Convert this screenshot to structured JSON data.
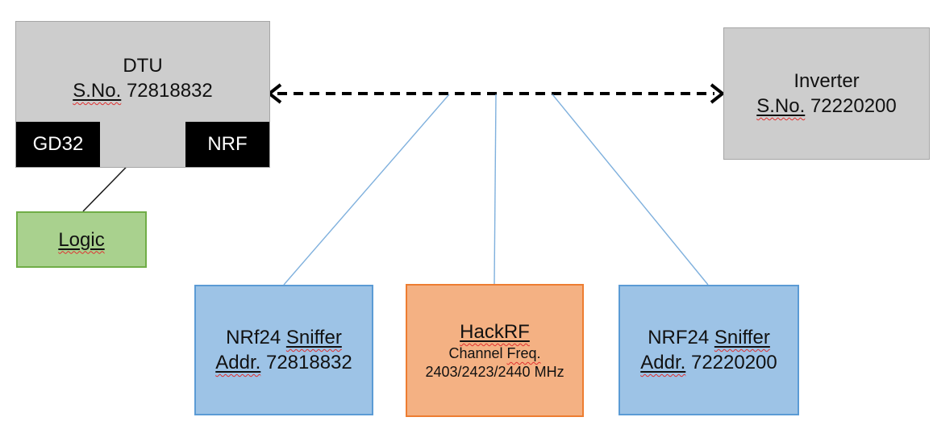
{
  "colors": {
    "background": "#ffffff",
    "gray_fill": "#cdcdcd",
    "gray_border": "#a6a6a6",
    "blue_fill": "#9dc3e6",
    "blue_border": "#5b9bd5",
    "orange_fill": "#f4b183",
    "orange_border": "#ed7d31",
    "green_fill": "#a9d18e",
    "green_border": "#70ad47",
    "black": "#000000",
    "connector_blue": "#7fb0dd",
    "squiggle_red": "#e03030"
  },
  "dtu": {
    "title": "DTU",
    "serial_word": "S.No.",
    "serial_rest": " 72818832",
    "chip_left": "GD32",
    "chip_right": "NRF"
  },
  "logic": {
    "label": "Logic"
  },
  "inverter": {
    "title": "Inverter",
    "serial_word": "S.No.",
    "serial_rest": " 72220200"
  },
  "sniffer_left": {
    "line1_plain": "NRf24 ",
    "line1_word": "Sniffer",
    "line2_word": "Addr.",
    "line2_rest": " 72818832"
  },
  "hackrf": {
    "title": "HackRF",
    "freq_label_plain": "Channel ",
    "freq_label_word": "Freq.",
    "freq_values": "2403/2423/2440 MHz"
  },
  "sniffer_right": {
    "line1_plain": "NRF24 ",
    "line1_word": "Sniffer",
    "line2_word": "Addr.",
    "line2_rest": " 72220200"
  }
}
